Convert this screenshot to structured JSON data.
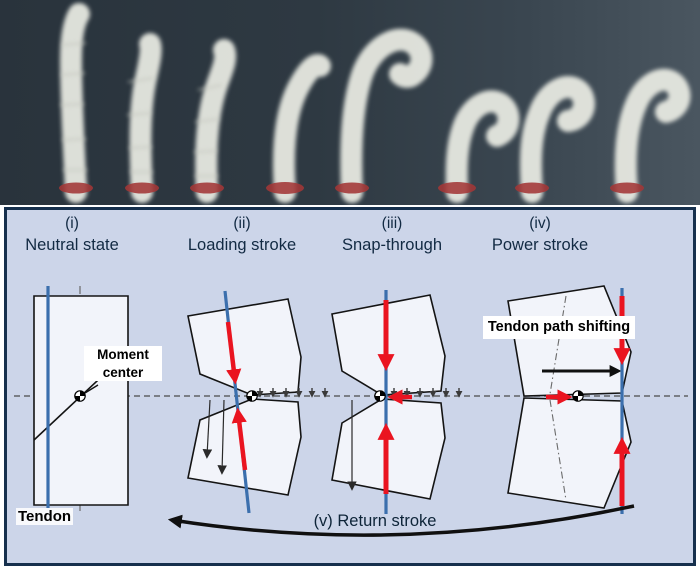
{
  "colors": {
    "photo_background": "#2e3942",
    "robot_body": "#e8eae2",
    "base_red": "#a33737",
    "panel_background": "#ccd5e9",
    "panel_border": "#16304d",
    "tendon_blue": "#3b6fad",
    "force_arrow_red": "#ea1420",
    "heading_text": "#122a43"
  },
  "panel": {
    "states": [
      {
        "numeral": "(i)",
        "label": "Neutral state"
      },
      {
        "numeral": "(ii)",
        "label": "Loading stroke"
      },
      {
        "numeral": "(iii)",
        "label": "Snap-through"
      },
      {
        "numeral": "(iv)",
        "label": "Power stroke"
      }
    ],
    "labels": {
      "moment_center": "Moment center",
      "tendon_path_shifting": "Tendon path shifting",
      "tendon": "Tendon",
      "return_stroke": "(v) Return stroke"
    }
  }
}
